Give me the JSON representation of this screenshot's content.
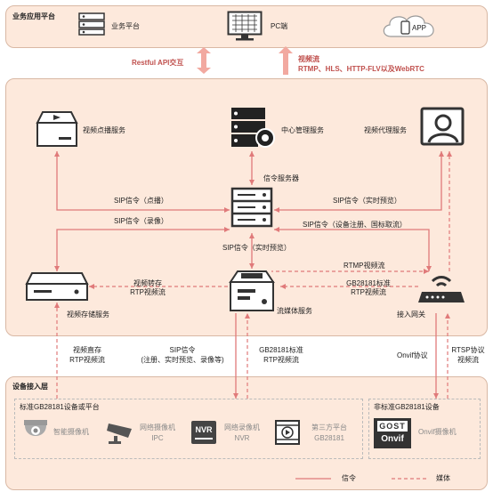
{
  "top": {
    "title": "业务应用平台",
    "business_platform": "业务平台",
    "pc": "PC端",
    "app": "APP"
  },
  "api": "Restful API交互",
  "video_stream": {
    "title": "视频流",
    "protocols": "RTMP、HLS、HTTP-FLV以及WebRTC"
  },
  "services": {
    "vod": "视频点播服务",
    "center": "中心管理服务",
    "proxy": "视频代理服务",
    "signaling_server": "信令服务器",
    "storage": "视频存储服务",
    "media": "流媒体服务",
    "gateway": "接入网关"
  },
  "links": {
    "sip_vod": "SIP信令（点播）",
    "sip_record": "SIP信令（录像）",
    "sip_live_right": "SIP信令（实时预览）",
    "sip_register": "SIP信令（设备注册、国标取流）",
    "sip_live_center": "SIP信令（实时预览）",
    "rtmp": "RTMP视频流",
    "transfer_1": "视频转存",
    "transfer_2": "RTP视频流",
    "gb_std_1": "GB28181标准",
    "gb_std_2": "RTP视频流",
    "direct_1": "视频直存",
    "direct_2": "RTP视频流",
    "sip_bottom_1": "SIP信令",
    "sip_bottom_2": "(注册、实时预览、录像等)",
    "gb_bottom_1": "GB28181标准",
    "gb_bottom_2": "RTP视频流",
    "onvif": "Onvif协议",
    "rtsp_1": "RTSP协议",
    "rtsp_2": "视频流"
  },
  "access": {
    "title": "设备接入层",
    "std_title": "标准GB28181设备或平台",
    "smart_camera": "智能摄像机",
    "ipc_1": "网络摄像机",
    "ipc_2": "IPC",
    "nvr_1": "网络录像机",
    "nvr_2": "NVR",
    "third_1": "第三方平台",
    "third_2": "GB28181",
    "nvr_icon_text": "NVR",
    "nonstd_title": "非标准GB28181设备",
    "onvif_camera": "Onvif摄像机",
    "onvif_icon_top": "GOST",
    "onvif_icon_bottom": "Onvif"
  },
  "legend": {
    "signal": "信令",
    "media": "媒体"
  },
  "colors": {
    "line": "#e07a7a",
    "panel": "#fde9dc",
    "accent": "#c0504d"
  }
}
